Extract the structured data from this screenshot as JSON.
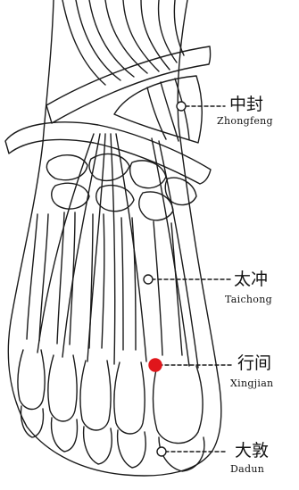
{
  "points": [
    {
      "id": "zhongfeng",
      "chinese": "中封",
      "pinyin": "Zhongfeng",
      "highlighted": false
    },
    {
      "id": "taichong",
      "chinese": "太冲",
      "pinyin": "Taichong",
      "highlighted": false
    },
    {
      "id": "xingjian",
      "chinese": "行间",
      "pinyin": "Xingjian",
      "highlighted": true
    },
    {
      "id": "dadun",
      "chinese": "大敦",
      "pinyin": "Dadun",
      "highlighted": false
    }
  ],
  "colors": {
    "outline": "#1a1a1a",
    "highlight": "#e0161b",
    "background": "#ffffff"
  }
}
